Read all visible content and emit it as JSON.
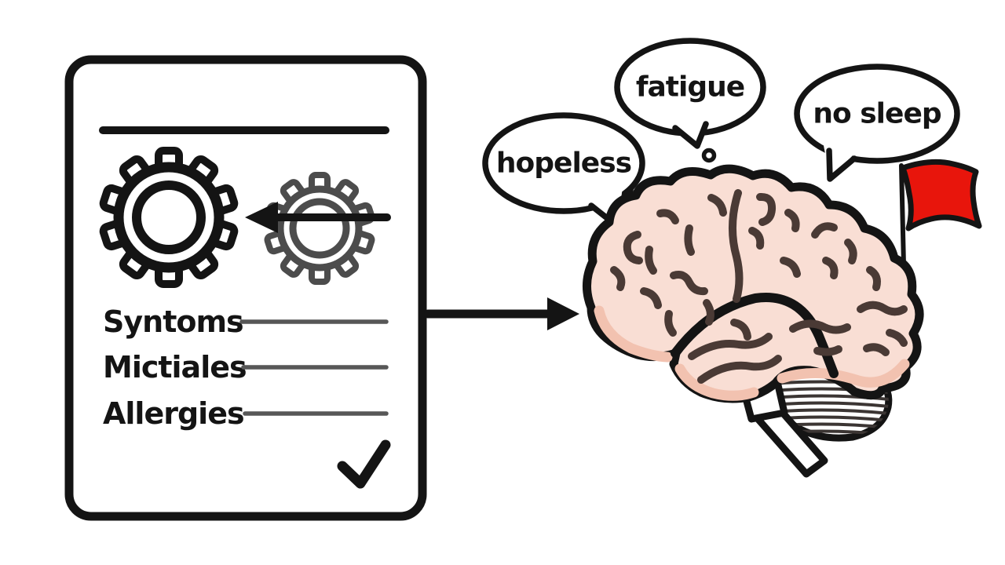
{
  "form_card": {
    "fields": [
      {
        "label": "Syntoms"
      },
      {
        "label": "Mictiales"
      },
      {
        "label": "Allergies"
      }
    ],
    "icons": [
      "gear-icon",
      "gear-icon-secondary",
      "left-arrow-icon",
      "checkmark-icon"
    ]
  },
  "flow": {
    "icon": "right-arrow-icon"
  },
  "thought_bubbles": [
    {
      "text": "hopeless"
    },
    {
      "text": "fatigue"
    },
    {
      "text": "no sleep"
    }
  ],
  "brain": {
    "icon": "brain-illustration",
    "marker": "red-flag-icon"
  },
  "colors": {
    "background": "#ffffff",
    "ink": "#141414",
    "gear_secondary": "#4c4c4c",
    "field_line": "#575757",
    "brain_fill": "#f9ded4",
    "brain_shadow": "#f2c2b0",
    "brain_texture": "#4a3a35",
    "cerebellum_stripe": "#3b3533",
    "flag_red": "#e8150c"
  }
}
